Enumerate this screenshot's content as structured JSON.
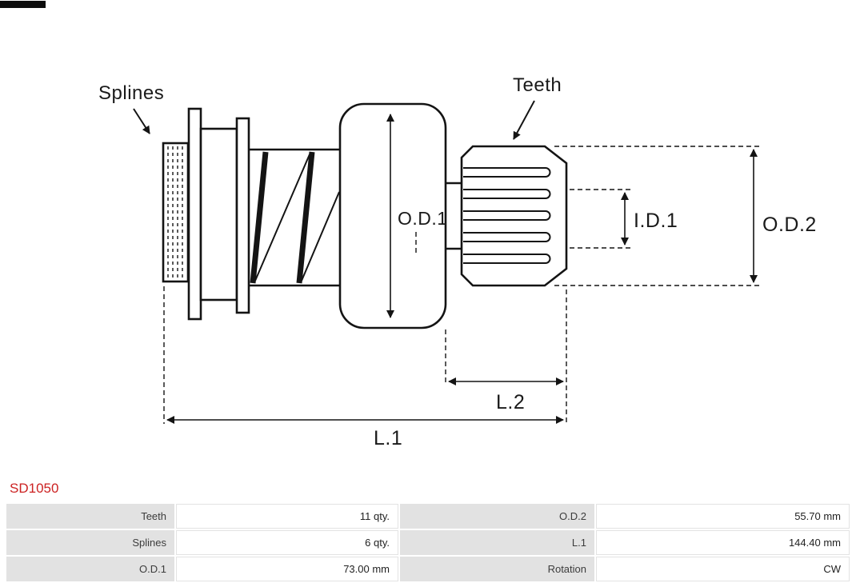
{
  "page": {
    "background": "#ffffff",
    "accent_color": "#cc2222",
    "table_label_bg": "#e2e2e2"
  },
  "diagram": {
    "labels": {
      "splines": "Splines",
      "teeth": "Teeth",
      "od1": "O.D.1",
      "id1": "I.D.1",
      "od2": "O.D.2",
      "l2": "L.2",
      "l1": "L.1"
    }
  },
  "product": {
    "part_number": "SD1050"
  },
  "spec_table": {
    "rows": [
      {
        "label_left": "Teeth",
        "value_left": "11 qty.",
        "label_right": "O.D.2",
        "value_right": "55.70 mm"
      },
      {
        "label_left": "Splines",
        "value_left": "6 qty.",
        "label_right": "L.1",
        "value_right": "144.40 mm"
      },
      {
        "label_left": "O.D.1",
        "value_left": "73.00 mm",
        "label_right": "Rotation",
        "value_right": "CW"
      }
    ]
  }
}
